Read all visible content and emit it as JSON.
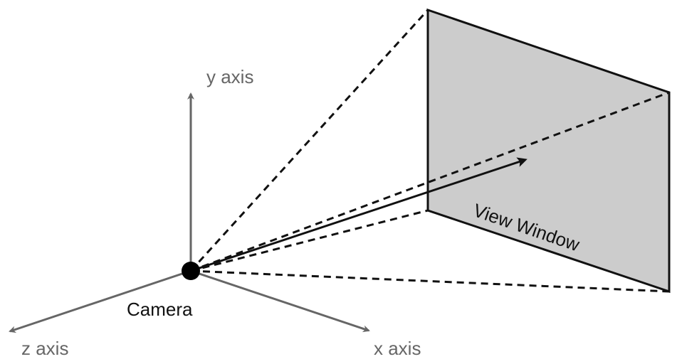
{
  "labels": {
    "y_axis": "y axis",
    "z_axis": "z axis",
    "x_axis": "x axis",
    "camera": "Camera",
    "view_window": "View Window"
  },
  "colors": {
    "axis": "#666666",
    "window_fill": "#cccccc",
    "line": "#111111"
  }
}
